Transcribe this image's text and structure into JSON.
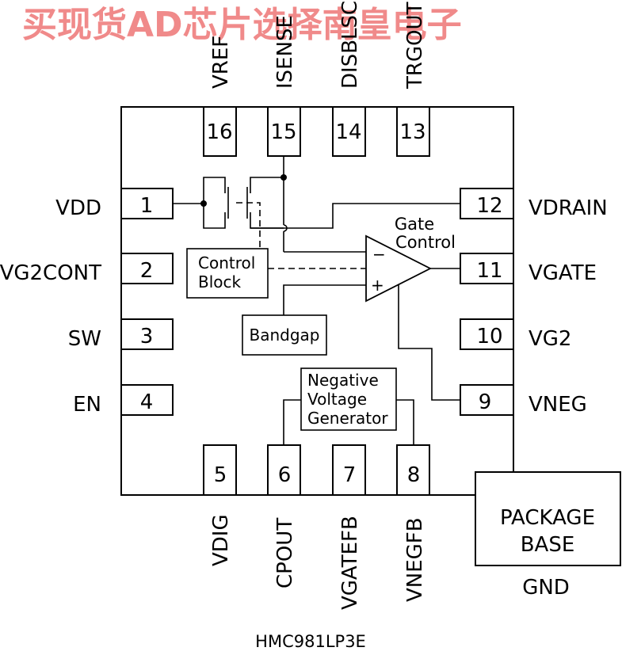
{
  "watermark": "买现货AD芯片选择南皇电子",
  "part_number": "HMC981LP3E",
  "pins": {
    "p1": {
      "num": "1",
      "name": "VDD"
    },
    "p2": {
      "num": "2",
      "name": "VG2CONT"
    },
    "p3": {
      "num": "3",
      "name": "SW"
    },
    "p4": {
      "num": "4",
      "name": "EN"
    },
    "p5": {
      "num": "5",
      "name": "VDIG"
    },
    "p6": {
      "num": "6",
      "name": "CPOUT"
    },
    "p7": {
      "num": "7",
      "name": "VGATEFB"
    },
    "p8": {
      "num": "8",
      "name": "VNEGFB"
    },
    "p9": {
      "num": "9",
      "name": "VNEG"
    },
    "p10": {
      "num": "10",
      "name": "VG2"
    },
    "p11": {
      "num": "11",
      "name": "VGATE"
    },
    "p12": {
      "num": "12",
      "name": "VDRAIN"
    },
    "p13": {
      "num": "13",
      "name": "TRGOUT"
    },
    "p14": {
      "num": "14",
      "name": "DISBLSC"
    },
    "p15": {
      "num": "15",
      "name": "ISENSE"
    },
    "p16": {
      "num": "16",
      "name": "VREF"
    }
  },
  "blocks": {
    "control_block": {
      "line1": "Control",
      "line2": "Block"
    },
    "bandgap": "Bandgap",
    "negative_voltage_generator": {
      "line1": "Negative",
      "line2": "Voltage",
      "line3": "Generator"
    },
    "gate_control": {
      "line1": "Gate",
      "line2": "Control"
    },
    "opamp": {
      "minus": "−",
      "plus": "+"
    }
  },
  "package_base": {
    "line1": "PACKAGE",
    "line2": "BASE",
    "label": "GND"
  }
}
